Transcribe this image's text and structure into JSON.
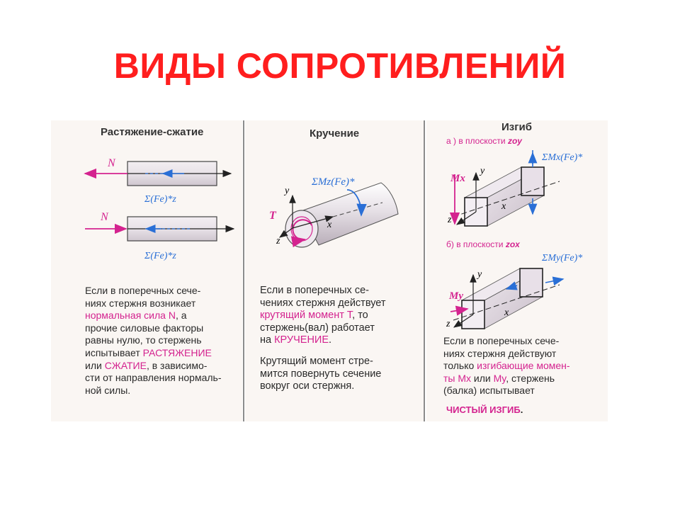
{
  "title": "ВИДЫ СОПРОТИВЛЕНИЙ",
  "colors": {
    "title": "#ff1e1e",
    "accent": "#d4238f",
    "arrow_blue": "#2a6fd6",
    "beam": "#d8d0d8"
  },
  "panels": {
    "tension": {
      "heading": "Растяжение-сжатие",
      "force_label_1": "N",
      "force_label_2": "N",
      "sum_label_1": "Σ(Fe)*z",
      "sum_label_2": "Σ(Fe)*z",
      "text": {
        "p1": "Если в поперечных сече-",
        "p2": "ниях стержня возникает",
        "p3_hl": "нормальная сила N",
        "p3_rest": ", а",
        "p4": "прочие силовые факторы",
        "p5": "равны нулю, то стержень",
        "p6_pre": "испытывает ",
        "p6_hl": "РАСТЯЖЕНИЕ",
        "p7_pre": "или ",
        "p7_hl": "СЖАТИЕ",
        "p7_rest": ", в зависимо-",
        "p8": "сти от направления нормаль-",
        "p9": "ной силы."
      }
    },
    "torsion": {
      "heading": "Кручение",
      "moment_label": "ΣMz(Fe)*",
      "torque_label": "T",
      "axis_x": "x",
      "axis_y": "y",
      "axis_z": "z",
      "text": {
        "p1": "Если в поперечных се-",
        "p2": "чениях стержня действует",
        "p3_hl": "крутящий момент T",
        "p3_rest": ", то",
        "p4": "стержень(вал) работает",
        "p5_pre": "на ",
        "p5_hl": "КРУЧЕНИЕ",
        "p5_rest": ".",
        "q1": "Крутящий момент стре-",
        "q2": "мится повернуть сечение",
        "q3": "вокруг оси стержня."
      }
    },
    "bending": {
      "heading": "Изгиб",
      "case_a_prefix": "а  ) в плоскости",
      "case_a_plane": "zoy",
      "case_b_prefix": "б) в плоскости",
      "case_b_plane": "zox",
      "moment_x_label": "ΣMx(Fe)*",
      "moment_y_label": "ΣMy(Fe)*",
      "mx_label": "Mx",
      "my_label": "My",
      "axis_x": "x",
      "axis_y": "y",
      "axis_z": "z",
      "text": {
        "p1": "Если в поперечных сече-",
        "p2": "ниях стержня действуют",
        "p3_pre": "только ",
        "p3_hl": "изгибающие момен-",
        "p4_hl": "ты Mx",
        "p4_mid": " или ",
        "p4_hl2": "My",
        "p4_rest": ", стержень",
        "p5": "(балка) испытывает",
        "final_hl": "ЧИСТЫЙ ИЗГИБ",
        "final_rest": "."
      }
    }
  }
}
